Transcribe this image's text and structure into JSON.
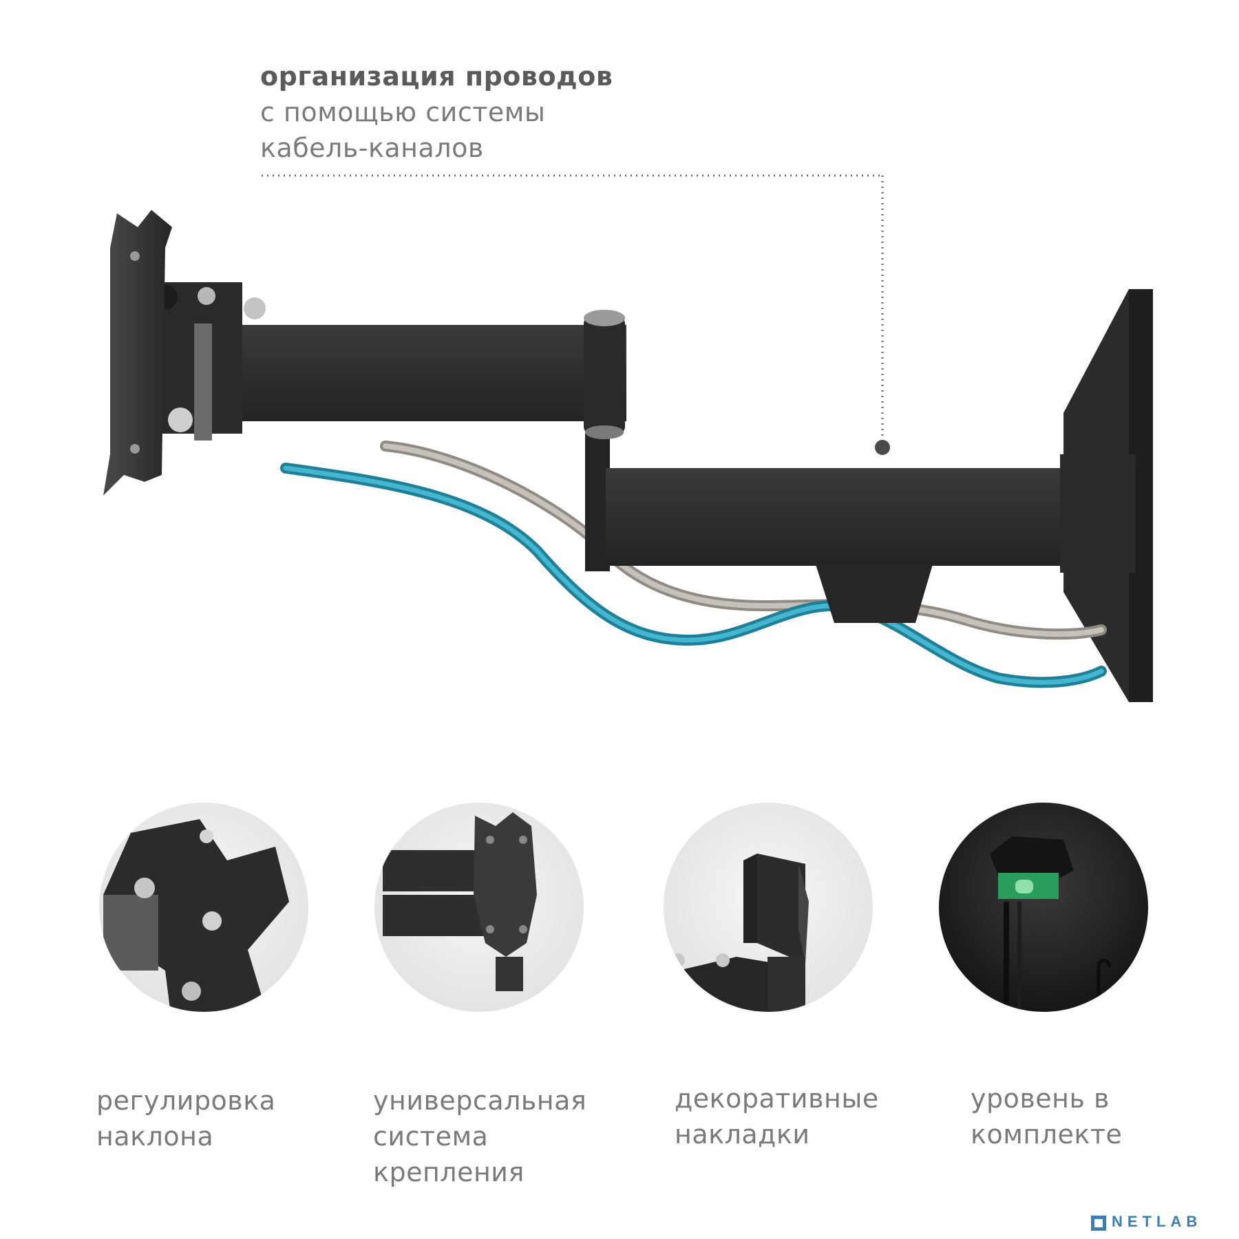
{
  "callout": {
    "line1": "организация проводов",
    "line2": "с помощью системы",
    "line3": "кабель-каналов"
  },
  "features": [
    {
      "line1": "регулировка",
      "line2": "наклона",
      "line3": ""
    },
    {
      "line1": "универсальная",
      "line2": "система",
      "line3": "крепления"
    },
    {
      "line1": "декоративные",
      "line2": "накладки",
      "line3": ""
    },
    {
      "line1": "уровень в",
      "line2": "комплекте",
      "line3": ""
    }
  ],
  "watermark": {
    "text": "NETLAB"
  },
  "colors": {
    "metal": "#2e2e2e",
    "metal_dark": "#1c1c1c",
    "cable_blue": "#2a9bb5",
    "cable_grey": "#a9a59c",
    "dot_line": "#6e6e6e",
    "circle_bg": "#ececec",
    "watermark": "#3b7fb0"
  },
  "icons": {
    "tilt": "tilt-bracket-icon",
    "vesa": "vesa-plate-icon",
    "cover": "decorative-cover-icon",
    "level": "bubble-level-icon"
  }
}
